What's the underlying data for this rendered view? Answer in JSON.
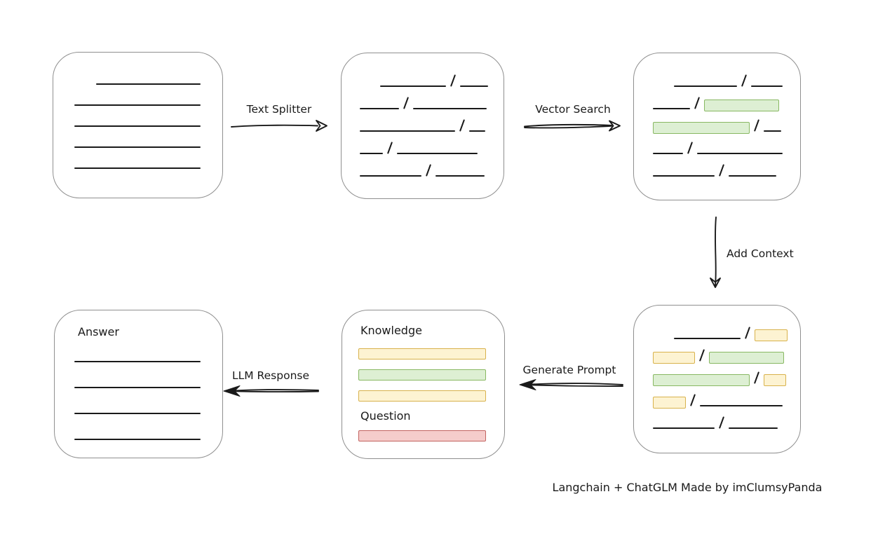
{
  "palette": {
    "green_fill": "#ddefd3",
    "green_stroke": "#88b862",
    "yellow_fill": "#fdf3d2",
    "yellow_stroke": "#d8b24c",
    "red_fill": "#f5cccb",
    "red_stroke": "#c26360",
    "ink": "#1a1a1a",
    "box_border": "#8f8f8f"
  },
  "arrows": {
    "text_splitter": "Text Splitter",
    "vector_search": "Vector Search",
    "add_context": "Add Context",
    "generate_prompt": "Generate Prompt",
    "llm_response": "LLM Response"
  },
  "boxes": {
    "document": {
      "rows": [
        [
          {
            "t": "line",
            "w": 149,
            "ind": 31
          }
        ],
        [
          {
            "t": "line",
            "w": 180
          }
        ],
        [
          {
            "t": "line",
            "w": 180
          }
        ],
        [
          {
            "t": "line",
            "w": 180
          }
        ],
        [
          {
            "t": "line",
            "w": 180
          }
        ]
      ]
    },
    "split_chunks": {
      "rows": [
        [
          {
            "t": "line",
            "w": 94,
            "ind": 29
          },
          {
            "t": "slash"
          },
          {
            "t": "line",
            "w": 40
          }
        ],
        [
          {
            "t": "line",
            "w": 56
          },
          {
            "t": "slash"
          },
          {
            "t": "line",
            "w": 105
          }
        ],
        [
          {
            "t": "line",
            "w": 136
          },
          {
            "t": "slash"
          },
          {
            "t": "line",
            "w": 23
          }
        ],
        [
          {
            "t": "line",
            "w": 33
          },
          {
            "t": "slash"
          },
          {
            "t": "line",
            "w": 115
          }
        ],
        [
          {
            "t": "line",
            "w": 88
          },
          {
            "t": "slash"
          },
          {
            "t": "line",
            "w": 70
          }
        ]
      ]
    },
    "search_results": {
      "rows": [
        [
          {
            "t": "line",
            "w": 90,
            "ind": 30
          },
          {
            "t": "slash"
          },
          {
            "t": "line",
            "w": 45
          }
        ],
        [
          {
            "t": "line",
            "w": 53
          },
          {
            "t": "slash"
          },
          {
            "t": "box",
            "w": 107,
            "c": "green"
          }
        ],
        [
          {
            "t": "box",
            "w": 138,
            "c": "green"
          },
          {
            "t": "slash"
          },
          {
            "t": "line",
            "w": 25
          }
        ],
        [
          {
            "t": "line",
            "w": 43
          },
          {
            "t": "slash"
          },
          {
            "t": "line",
            "w": 122
          }
        ],
        [
          {
            "t": "line",
            "w": 88
          },
          {
            "t": "slash"
          },
          {
            "t": "line",
            "w": 68
          }
        ]
      ]
    },
    "context_chunks": {
      "rows": [
        [
          {
            "t": "line",
            "w": 95,
            "ind": 30
          },
          {
            "t": "slash"
          },
          {
            "t": "box",
            "w": 47,
            "c": "yellow"
          }
        ],
        [
          {
            "t": "box",
            "w": 60,
            "c": "yellow"
          },
          {
            "t": "slash"
          },
          {
            "t": "box",
            "w": 107,
            "c": "green"
          }
        ],
        [
          {
            "t": "box",
            "w": 138,
            "c": "green"
          },
          {
            "t": "slash"
          },
          {
            "t": "box",
            "w": 32,
            "c": "yellow"
          }
        ],
        [
          {
            "t": "box",
            "w": 47,
            "c": "yellow"
          },
          {
            "t": "slash"
          },
          {
            "t": "line",
            "w": 118
          }
        ],
        [
          {
            "t": "line",
            "w": 88
          },
          {
            "t": "slash"
          },
          {
            "t": "line",
            "w": 70
          }
        ]
      ]
    },
    "prompt": {
      "knowledge_label": "Knowledge",
      "knowledge_bars": [
        {
          "c": "yellow"
        },
        {
          "c": "green"
        },
        {
          "c": "yellow"
        }
      ],
      "question_label": "Question",
      "question_bars": [
        {
          "c": "red"
        }
      ]
    },
    "answer": {
      "label": "Answer",
      "rows": [
        [
          {
            "t": "line",
            "w": 180
          }
        ],
        [
          {
            "t": "line",
            "w": 180
          }
        ],
        [
          {
            "t": "line",
            "w": 180
          }
        ],
        [
          {
            "t": "line",
            "w": 180
          }
        ]
      ]
    }
  },
  "caption": "Langchain + ChatGLM Made by imClumsyPanda"
}
